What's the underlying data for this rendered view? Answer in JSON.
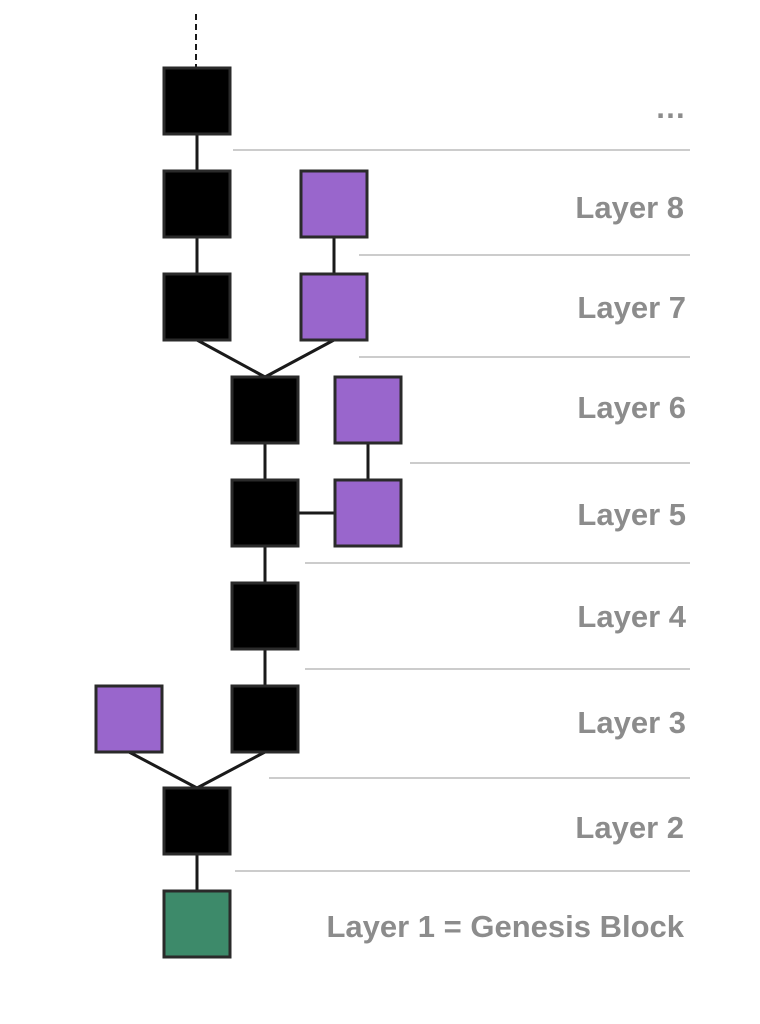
{
  "colors": {
    "main_chain": "#000000",
    "orphan": "#9966cc",
    "genesis": "#3d8a6a",
    "label": "#8c8c8c",
    "separator": "#9a9a9a"
  },
  "layers": [
    {
      "id": "ellipsis",
      "label": "…"
    },
    {
      "id": "layer-8",
      "label": "Layer 8"
    },
    {
      "id": "layer-7",
      "label": "Layer 7"
    },
    {
      "id": "layer-6",
      "label": "Layer 6"
    },
    {
      "id": "layer-5",
      "label": "Layer 5"
    },
    {
      "id": "layer-4",
      "label": "Layer 4"
    },
    {
      "id": "layer-3",
      "label": "Layer 3"
    },
    {
      "id": "layer-2",
      "label": "Layer 2"
    },
    {
      "id": "layer-1",
      "label": "Layer 1 = Genesis Block"
    }
  ],
  "blocks": [
    {
      "id": "b9a",
      "kind": "main_chain"
    },
    {
      "id": "b8a",
      "kind": "main_chain"
    },
    {
      "id": "b8b",
      "kind": "orphan"
    },
    {
      "id": "b7a",
      "kind": "main_chain"
    },
    {
      "id": "b7b",
      "kind": "orphan"
    },
    {
      "id": "b6a",
      "kind": "main_chain"
    },
    {
      "id": "b6b",
      "kind": "orphan"
    },
    {
      "id": "b5a",
      "kind": "main_chain"
    },
    {
      "id": "b5b",
      "kind": "orphan"
    },
    {
      "id": "b4a",
      "kind": "main_chain"
    },
    {
      "id": "b3a",
      "kind": "orphan"
    },
    {
      "id": "b3b",
      "kind": "main_chain"
    },
    {
      "id": "b2a",
      "kind": "main_chain"
    },
    {
      "id": "b1a",
      "kind": "genesis"
    }
  ],
  "edges": [
    {
      "from": "b9a",
      "to": "b8a"
    },
    {
      "from": "b8a",
      "to": "b7a"
    },
    {
      "from": "b8b",
      "to": "b7b"
    },
    {
      "from": "b7a",
      "to": "b6a"
    },
    {
      "from": "b7b",
      "to": "b6a"
    },
    {
      "from": "b6a",
      "to": "b5a"
    },
    {
      "from": "b6b",
      "to": "b5b"
    },
    {
      "from": "b5a",
      "to": "b5b"
    },
    {
      "from": "b5a",
      "to": "b4a"
    },
    {
      "from": "b4a",
      "to": "b3b"
    },
    {
      "from": "b3a",
      "to": "b2a"
    },
    {
      "from": "b3b",
      "to": "b2a"
    },
    {
      "from": "b2a",
      "to": "b1a"
    }
  ]
}
